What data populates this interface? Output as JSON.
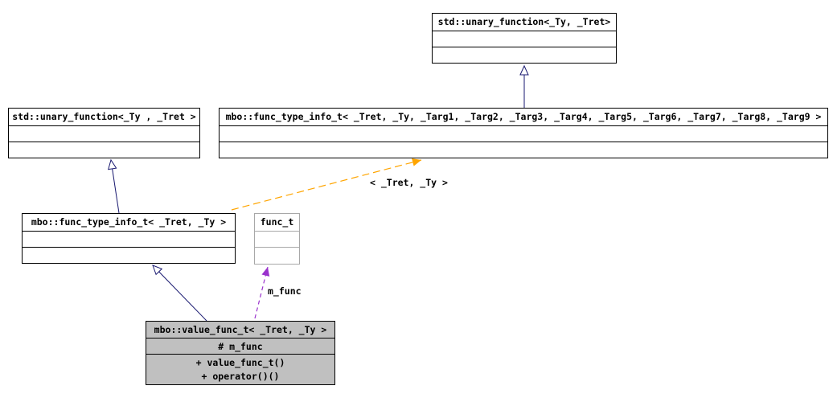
{
  "classes": {
    "std_unary_function": {
      "title": "std::unary_function<_Ty, _Tret>"
    },
    "std_unary_function_spaced": {
      "title": "std::unary_function<_Ty , _Tret >"
    },
    "func_type_info_full": {
      "title": "mbo::func_type_info_t< _Tret, _Ty, _Targ1, _Targ2, _Targ3, _Targ4, _Targ5, _Targ6, _Targ7, _Targ8, _Targ9 >"
    },
    "func_type_info": {
      "title": "mbo::func_type_info_t< _Tret, _Ty >"
    },
    "func_t": {
      "title": "func_t"
    },
    "value_func_t": {
      "title": "mbo::value_func_t< _Tret, _Ty >",
      "attributes": [
        "# m_func"
      ],
      "methods": [
        "+ value_func_t()",
        "+ operator()()"
      ]
    }
  },
  "relations": [
    {
      "from": "func_type_info_full",
      "to": "std_unary_function",
      "type": "public-inheritance",
      "label": ""
    },
    {
      "from": "func_type_info",
      "to": "std_unary_function_spaced",
      "type": "public-inheritance",
      "label": ""
    },
    {
      "from": "value_func_t",
      "to": "func_type_info",
      "type": "public-inheritance",
      "label": ""
    },
    {
      "from": "func_type_info",
      "to": "func_type_info_full",
      "type": "template-instantiation",
      "label": "< _Tret, _Ty >"
    },
    {
      "from": "value_func_t",
      "to": "func_t",
      "type": "usage-member",
      "label": "m_func"
    }
  ],
  "colors": {
    "inheritance": "#191970",
    "template": "#ffa500",
    "usage": "#9a32cd",
    "border": "#000000",
    "muted_border": "#a8a8a8",
    "current_fill": "#c0c0c0",
    "text": "#000000",
    "background": "#ffffff"
  }
}
